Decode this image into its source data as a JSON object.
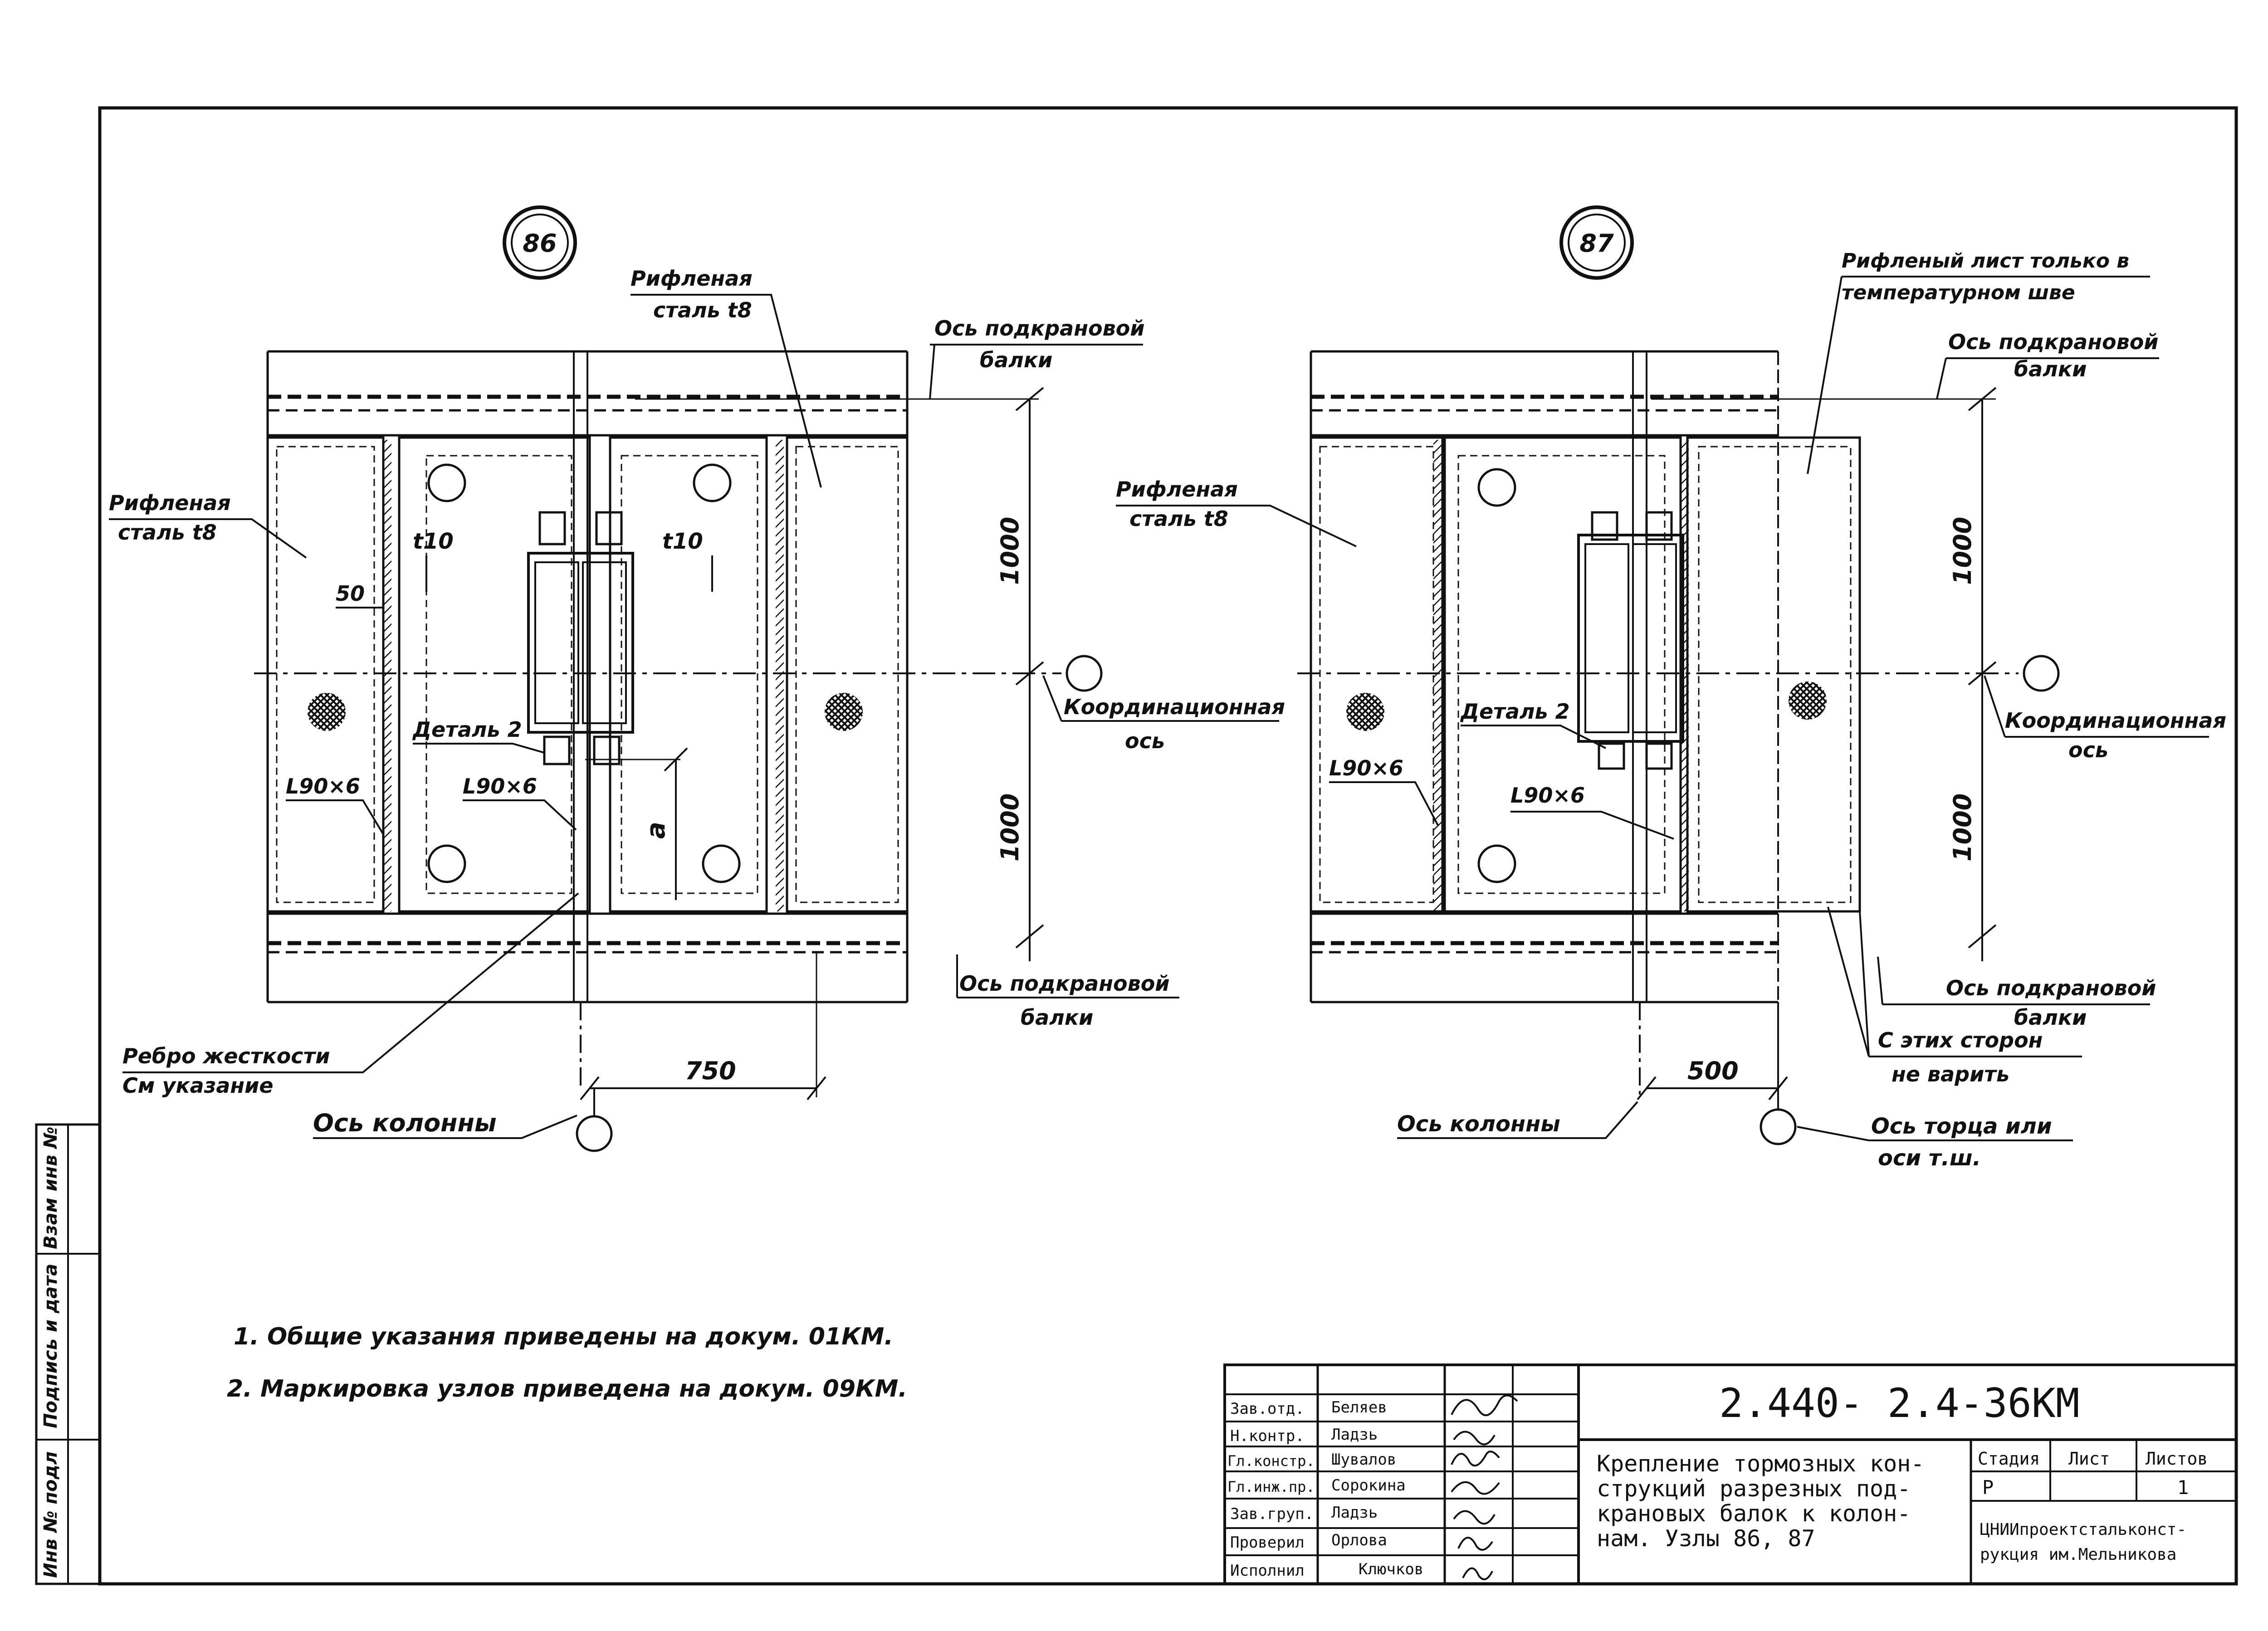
{
  "nodes": [
    {
      "number": "86",
      "labels": {
        "plate_top": [
          "Рифленая",
          "сталь t8"
        ],
        "plate_left": [
          "Рифленая",
          "сталь t8"
        ],
        "crane_axis_top": [
          "Ось подкрановой",
          "балки"
        ],
        "crane_axis_bottom": [
          "Ось подкрановой",
          "балки"
        ],
        "coord_axis": [
          "Координационная",
          "ось"
        ],
        "t10_left": "t10",
        "t10_right": "t10",
        "dim_50": "50",
        "detail": "Деталь 2",
        "angle_left": "L90×6",
        "angle_right": "L90×6",
        "dim_a": "a",
        "stiffener": [
          "Ребро жесткости",
          "См указание"
        ],
        "dim_750": "750",
        "dim_1000_top": "1000",
        "dim_1000_bottom": "1000",
        "column_axis": "Ось колонны"
      }
    },
    {
      "number": "87",
      "labels": {
        "plate_top": [
          "Рифленый лист только в",
          "температурном шве"
        ],
        "plate_left": [
          "Рифленая",
          "сталь t8"
        ],
        "crane_axis_top": [
          "Ось подкрановой",
          "балки"
        ],
        "crane_axis_bottom": [
          "Ось подкрановой",
          "балки"
        ],
        "coord_axis": [
          "Координационная",
          "ось"
        ],
        "detail": "Деталь 2",
        "angle_left": "L90×6",
        "angle_right": "L90×6",
        "no_weld": [
          "С этих сторон",
          "не варить"
        ],
        "dim_500": "500",
        "dim_1000_top": "1000",
        "dim_1000_bottom": "1000",
        "column_axis": "Ось колонны",
        "end_axis": [
          "Ось торца или",
          "оси т.ш."
        ]
      }
    }
  ],
  "notes": [
    "1. Общие указания приведены на докум. 01КМ.",
    "2. Маркировка узлов приведена на докум. 09КМ."
  ],
  "side_stamp": [
    "Инв № подл",
    "Подпись и дата",
    "Взам инв №"
  ],
  "title_block": {
    "code": "2.440- 2.4-36КМ",
    "title_lines": [
      "Крепление тормозных кон-",
      "струкций разрезных под-",
      "крановых балок к колон-",
      "нам. Узлы 86, 87"
    ],
    "stage_header": "Стадия",
    "sheet_header": "Лист",
    "sheets_header": "Листов",
    "stage_value": "Р",
    "sheets_value": "1",
    "org_lines": [
      "ЦНИИпроектстальконст-",
      "рукция им.Мельникова"
    ],
    "signatures": [
      {
        "role": "Зав.отд.",
        "name": "Беляев"
      },
      {
        "role": "Н.контр.",
        "name": "Ладзь"
      },
      {
        "role": "Гл.констр.",
        "name": "Шувалов"
      },
      {
        "role": "Гл.инж.пр.",
        "name": "Сорокина"
      },
      {
        "role": "Зав.груп.",
        "name": "Ладзь"
      },
      {
        "role": "Проверил",
        "name": "Орлова"
      },
      {
        "role": "Исполнил",
        "name": "Ключков"
      }
    ]
  }
}
